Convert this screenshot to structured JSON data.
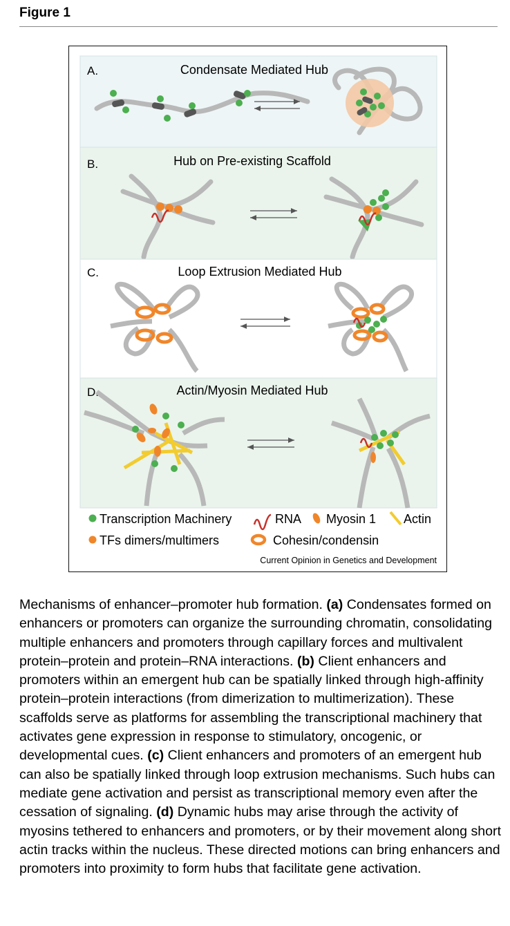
{
  "figure_label": "Figure 1",
  "panels": [
    {
      "letter": "A.",
      "title": "Condensate Mediated Hub"
    },
    {
      "letter": "B.",
      "title": "Hub on Pre-existing Scaffold"
    },
    {
      "letter": "C.",
      "title": "Loop Extrusion Mediated Hub"
    },
    {
      "letter": "D.",
      "title": "Actin/Myosin Mediated Hub"
    }
  ],
  "legend": {
    "transcription_machinery": "Transcription Machinery",
    "rna": "RNA",
    "myosin": "Myosin 1",
    "actin": "Actin",
    "tfs": "TFs dimers/multimers",
    "cohesin": "Cohesin/condensin"
  },
  "source": "Current Opinion in Genetics and Development",
  "caption": {
    "intro": "Mechanisms of enhancer–promoter hub formation.",
    "a_label": "(a)",
    "a_text": "Condensates formed on enhancers or promoters can organize the surrounding chromatin, consolidating multiple enhancers and promoters through capillary forces and multivalent protein–protein and protein–RNA interactions.",
    "b_label": "(b)",
    "b_text": "Client enhancers and promoters within an emergent hub can be spatially linked through high-affinity protein–protein interactions (from dimerization to multimerization). These scaffolds serve as platforms for assembling the transcriptional machinery that activates gene expression in response to stimulatory, oncogenic, or developmental cues.",
    "c_label": "(c)",
    "c_text": "Client enhancers and promoters of an emergent hub can also be spatially linked through loop extrusion mechanisms. Such hubs can mediate gene activation and persist as transcriptional memory even after the cessation of signaling.",
    "d_label": "(d)",
    "d_text": "Dynamic hubs may arise through the activity of myosins tethered to enhancers and promoters, or by their movement along short actin tracks within the nucleus. These directed motions can bring enhancers and promoters into proximity to form hubs that facilitate gene activation."
  },
  "colors": {
    "panel_a_bg": "#eef5f6",
    "panel_bg": "#eaf4ec",
    "chromatin": "#b8b8b8",
    "machinery_green": "#4caf50",
    "tf_orange": "#f0862a",
    "rna_red": "#c8302a",
    "actin_yellow": "#f2cc30",
    "condensate": "#f3c9a5"
  }
}
